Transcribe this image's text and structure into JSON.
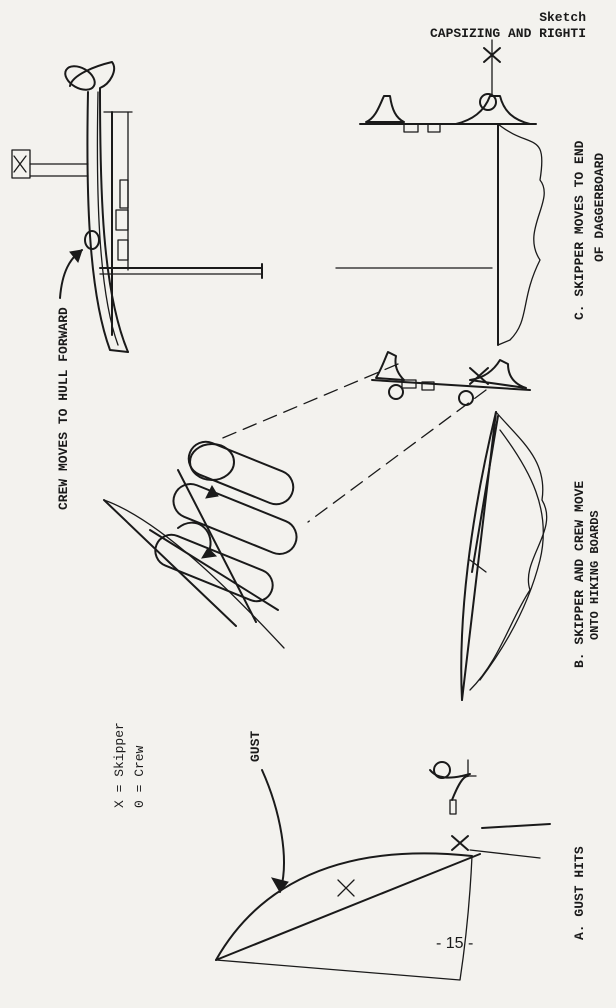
{
  "header": {
    "sketch_label": "Sketch",
    "title": "CAPSIZING AND RIGHTI"
  },
  "legend": {
    "skipper": "X = Skipper",
    "crew": "0 = Crew"
  },
  "captions": {
    "crew_moves": "CREW MOVES TO HULL FORWARD",
    "gust": "GUST",
    "a": "A. GUST HITS",
    "b_line1": "B. SKIPPER AND CREW MOVE",
    "b_line2": "ONTO HIKING BOARDS",
    "c_line1": "C. SKIPPER MOVES TO END",
    "c_line2": "OF DAGGERBOARD"
  },
  "footer": {
    "page_number": "- 15 -"
  }
}
